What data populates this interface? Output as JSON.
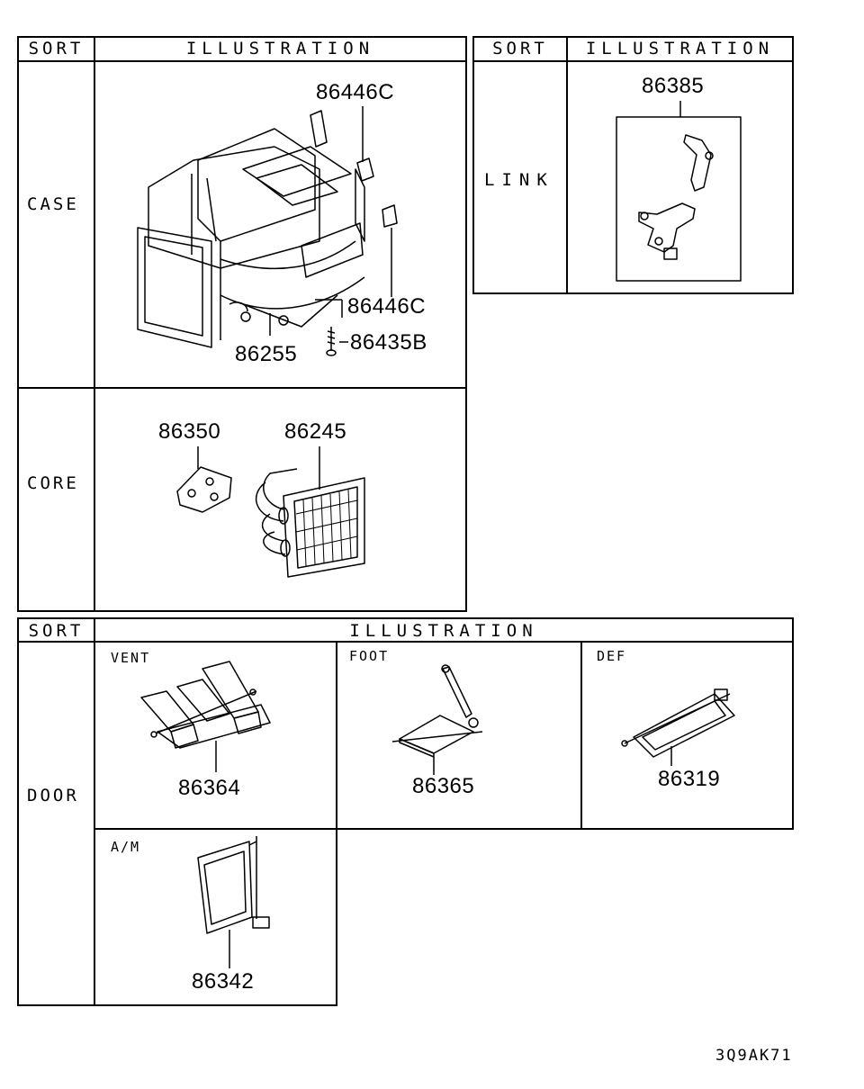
{
  "top_left_table": {
    "header": {
      "sort": "SORT",
      "illustration": "ILLUSTRATION"
    },
    "rows": [
      {
        "sort": "CASE",
        "parts": [
          "86446C",
          "86446C",
          "86255",
          "86435B"
        ]
      },
      {
        "sort": "CORE",
        "parts": [
          "86350",
          "86245"
        ]
      }
    ]
  },
  "top_right_table": {
    "header": {
      "sort": "SORT",
      "illustration": "ILLUSTRATION"
    },
    "rows": [
      {
        "sort": "LINK",
        "parts": [
          "86385"
        ]
      }
    ]
  },
  "bottom_table": {
    "header": {
      "sort": "SORT",
      "illustration": "ILLUSTRATION"
    },
    "sort": "DOOR",
    "cells": [
      {
        "label": "VENT",
        "part": "86364"
      },
      {
        "label": "FOOT",
        "part": "86365"
      },
      {
        "label": "DEF",
        "part": "86319"
      },
      {
        "label": "A/M",
        "part": "86342"
      }
    ]
  },
  "figure_code": "3Q9AK71"
}
